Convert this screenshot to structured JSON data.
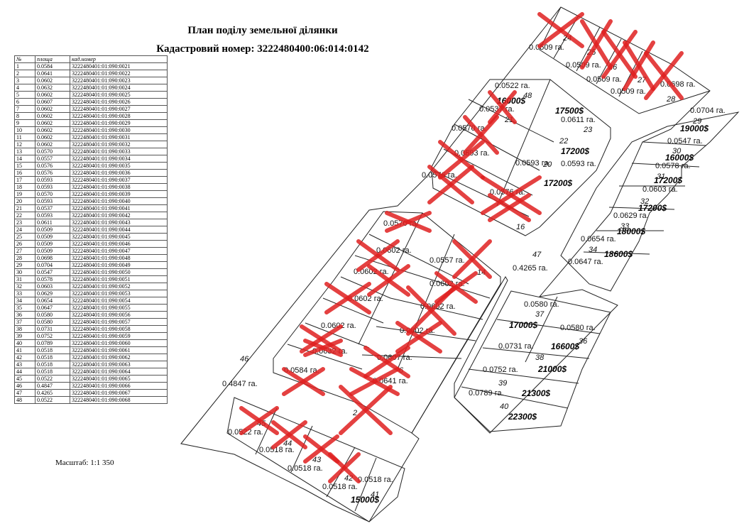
{
  "header": {
    "title": "План поділу земельної ділянки",
    "cadastral": "Кадастровий номер: 3222480400:06:014:0142"
  },
  "table": {
    "columns": [
      "№",
      "площа",
      "кад.номер"
    ],
    "rows": [
      [
        "1",
        "0.0584",
        "3222480401:01:090:0021"
      ],
      [
        "2",
        "0.0641",
        "3222480401:01:090:0022"
      ],
      [
        "3",
        "0.0602",
        "3222480401:01:090:0023"
      ],
      [
        "4",
        "0.0632",
        "3222480401:01:090:0024"
      ],
      [
        "5",
        "0.0602",
        "3222480401:01:090:0025"
      ],
      [
        "6",
        "0.0607",
        "3222480401:01:090:0026"
      ],
      [
        "7",
        "0.0602",
        "3222480401:01:090:0027"
      ],
      [
        "8",
        "0.0602",
        "3222480401:01:090:0028"
      ],
      [
        "9",
        "0.0602",
        "3222480401:01:090:0029"
      ],
      [
        "10",
        "0.0602",
        "3222480401:01:090:0030"
      ],
      [
        "11",
        "0.0602",
        "3222480401:01:090:0031"
      ],
      [
        "12",
        "0.0602",
        "3222480401:01:090:0032"
      ],
      [
        "13",
        "0.0570",
        "3222480401:01:090:0033"
      ],
      [
        "14",
        "0.0557",
        "3222480401:01:090:0034"
      ],
      [
        "15",
        "0.0576",
        "3222480401:01:090:0035"
      ],
      [
        "16",
        "0.0576",
        "3222480401:01:090:0036"
      ],
      [
        "17",
        "0.0593",
        "3222480401:01:090:0037"
      ],
      [
        "18",
        "0.0593",
        "3222480401:01:090:0038"
      ],
      [
        "19",
        "0.0570",
        "3222480401:01:090:0039"
      ],
      [
        "20",
        "0.0593",
        "3222480401:01:090:0040"
      ],
      [
        "21",
        "0.0537",
        "3222480401:01:090:0041"
      ],
      [
        "22",
        "0.0593",
        "3222480401:01:090:0042"
      ],
      [
        "23",
        "0.0611",
        "3222480401:01:090:0043"
      ],
      [
        "24",
        "0.0509",
        "3222480401:01:090:0044"
      ],
      [
        "25",
        "0.0509",
        "3222480401:01:090:0045"
      ],
      [
        "26",
        "0.0509",
        "3222480401:01:090:0046"
      ],
      [
        "27",
        "0.0509",
        "3222480401:01:090:0047"
      ],
      [
        "28",
        "0.0698",
        "3222480401:01:090:0048"
      ],
      [
        "29",
        "0.0704",
        "3222480401:01:090:0049"
      ],
      [
        "30",
        "0.0547",
        "3222480401:01:090:0050"
      ],
      [
        "31",
        "0.0578",
        "3222480401:01:090:0051"
      ],
      [
        "32",
        "0.0603",
        "3222480401:01:090:0052"
      ],
      [
        "33",
        "0.0629",
        "3222480401:01:090:0053"
      ],
      [
        "34",
        "0.0654",
        "3222480401:01:090:0054"
      ],
      [
        "35",
        "0.0647",
        "3222480401:01:090:0055"
      ],
      [
        "36",
        "0.0580",
        "3222480401:01:090:0056"
      ],
      [
        "37",
        "0.0580",
        "3222480401:01:090:0057"
      ],
      [
        "38",
        "0.0731",
        "3222480401:01:090:0058"
      ],
      [
        "39",
        "0.0752",
        "3222480401:01:090:0059"
      ],
      [
        "40",
        "0.0789",
        "3222480401:01:090:0060"
      ],
      [
        "41",
        "0.0518",
        "3222480401:01:090:0061"
      ],
      [
        "42",
        "0.0518",
        "3222480401:01:090:0062"
      ],
      [
        "43",
        "0.0518",
        "3222480401:01:090:0063"
      ],
      [
        "44",
        "0.0518",
        "3222480401:01:090:0064"
      ],
      [
        "45",
        "0.0522",
        "3222480401:01:090:0065"
      ],
      [
        "46",
        "0.4847",
        "3222480401:01:090:0066"
      ],
      [
        "47",
        "0.4265",
        "3222480401:01:090:0067"
      ],
      [
        "48",
        "0.0522",
        "3222480401:01:090:0068"
      ]
    ]
  },
  "scale": "Масштаб: 1:1 350",
  "map": {
    "labels": [
      {
        "kind": "area",
        "text": "0.0509 га."
      },
      {
        "kind": "num",
        "text": "24"
      },
      {
        "kind": "area",
        "text": "0.0509 га."
      },
      {
        "kind": "num",
        "text": "25"
      },
      {
        "kind": "area",
        "text": "0.0509 га."
      },
      {
        "kind": "num",
        "text": "26"
      },
      {
        "kind": "area",
        "text": "0.0509 га."
      },
      {
        "kind": "num",
        "text": "27"
      },
      {
        "kind": "area",
        "text": "0.0698 га."
      },
      {
        "kind": "num",
        "text": "28"
      },
      {
        "kind": "area",
        "text": "0.0704 га."
      },
      {
        "kind": "num",
        "text": "29"
      },
      {
        "kind": "price",
        "text": "19000$"
      },
      {
        "kind": "area",
        "text": "0.0522 га."
      },
      {
        "kind": "num",
        "text": "48"
      },
      {
        "kind": "price",
        "text": "16000$"
      },
      {
        "kind": "price",
        "text": "17500$"
      },
      {
        "kind": "area",
        "text": "0.0537 га."
      },
      {
        "kind": "num",
        "text": "21"
      },
      {
        "kind": "area",
        "text": "0.0611 га."
      },
      {
        "kind": "num",
        "text": "23"
      },
      {
        "kind": "area",
        "text": "0.0570 га."
      },
      {
        "kind": "area",
        "text": "0.0593 га."
      },
      {
        "kind": "num",
        "text": "22"
      },
      {
        "kind": "price",
        "text": "17200$"
      },
      {
        "kind": "area",
        "text": "0.0593 га."
      },
      {
        "kind": "area",
        "text": "0.0593 га."
      },
      {
        "kind": "num",
        "text": "20"
      },
      {
        "kind": "price",
        "text": "17200$"
      },
      {
        "kind": "area",
        "text": "0.0576 га."
      },
      {
        "kind": "area",
        "text": "0.0576 га."
      },
      {
        "kind": "num",
        "text": "16"
      },
      {
        "kind": "area",
        "text": "0.0547 га."
      },
      {
        "kind": "num",
        "text": "30"
      },
      {
        "kind": "price",
        "text": "16000$"
      },
      {
        "kind": "area",
        "text": "0.0578 га."
      },
      {
        "kind": "num",
        "text": "31"
      },
      {
        "kind": "price",
        "text": "17200$"
      },
      {
        "kind": "area",
        "text": "0.0603 га."
      },
      {
        "kind": "num",
        "text": "32"
      },
      {
        "kind": "price",
        "text": "17200$"
      },
      {
        "kind": "area",
        "text": "0.0629 га."
      },
      {
        "kind": "num",
        "text": "33"
      },
      {
        "kind": "price",
        "text": "18000$"
      },
      {
        "kind": "area",
        "text": "0.0654 га."
      },
      {
        "kind": "num",
        "text": "34"
      },
      {
        "kind": "price",
        "text": "18600$"
      },
      {
        "kind": "area",
        "text": "0.0647 га."
      },
      {
        "kind": "num",
        "text": "47"
      },
      {
        "kind": "area",
        "text": "0.4265 га."
      },
      {
        "kind": "area",
        "text": "0.0570 га."
      },
      {
        "kind": "area",
        "text": "0.0602 га."
      },
      {
        "kind": "area",
        "text": "0.0557 га."
      },
      {
        "kind": "num",
        "text": "14"
      },
      {
        "kind": "area",
        "text": "0.0602 га."
      },
      {
        "kind": "area",
        "text": "0.0602 га."
      },
      {
        "kind": "area",
        "text": "0.0602 га."
      },
      {
        "kind": "area",
        "text": "0.0602 га."
      },
      {
        "kind": "area",
        "text": "0.0602 га."
      },
      {
        "kind": "area",
        "text": "0.0602 га."
      },
      {
        "kind": "area",
        "text": "0.0607 га."
      },
      {
        "kind": "num",
        "text": "6"
      },
      {
        "kind": "area",
        "text": "0.0584 га."
      },
      {
        "kind": "area",
        "text": "0.0632 га."
      },
      {
        "kind": "area",
        "text": "0.0641 га."
      },
      {
        "kind": "num",
        "text": "2"
      },
      {
        "kind": "area",
        "text": "0.0580 га."
      },
      {
        "kind": "num",
        "text": "37"
      },
      {
        "kind": "price",
        "text": "17000$"
      },
      {
        "kind": "area",
        "text": "0.0580 га."
      },
      {
        "kind": "num",
        "text": "36"
      },
      {
        "kind": "price",
        "text": "16600$"
      },
      {
        "kind": "area",
        "text": "0.0731 га."
      },
      {
        "kind": "num",
        "text": "38"
      },
      {
        "kind": "price",
        "text": "21000$"
      },
      {
        "kind": "area",
        "text": "0.0752 га."
      },
      {
        "kind": "num",
        "text": "39"
      },
      {
        "kind": "price",
        "text": "21300$"
      },
      {
        "kind": "area",
        "text": "0.0789 га."
      },
      {
        "kind": "num",
        "text": "40"
      },
      {
        "kind": "price",
        "text": "22300$"
      },
      {
        "kind": "num",
        "text": "46"
      },
      {
        "kind": "area",
        "text": "0.4847 га."
      },
      {
        "kind": "area",
        "text": "0.0522 га."
      },
      {
        "kind": "num",
        "text": "45"
      },
      {
        "kind": "area",
        "text": "0.0518 га."
      },
      {
        "kind": "num",
        "text": "44"
      },
      {
        "kind": "area",
        "text": "0.0518 га."
      },
      {
        "kind": "num",
        "text": "43"
      },
      {
        "kind": "area",
        "text": "0.0518 га."
      },
      {
        "kind": "num",
        "text": "42"
      },
      {
        "kind": "area",
        "text": "0.0518 га."
      },
      {
        "kind": "num",
        "text": "41"
      },
      {
        "kind": "price",
        "text": "15000$"
      }
    ],
    "cross_color": "#e02020"
  }
}
